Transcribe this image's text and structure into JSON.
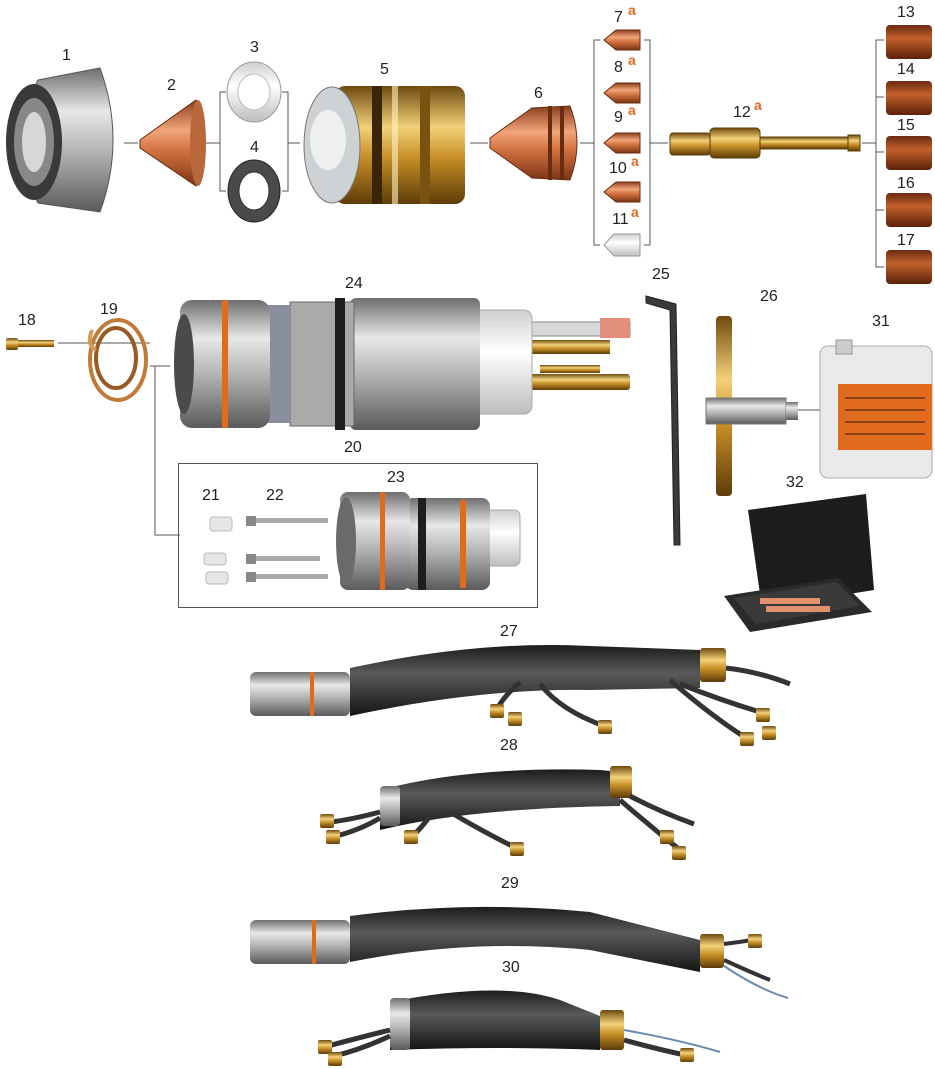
{
  "diagram": {
    "superscript_mark": "a",
    "accent_color": "#e06a1e",
    "parts": [
      {
        "num": "1",
        "icon": "shield-cap-icon"
      },
      {
        "num": "2",
        "icon": "nozzle-copper-icon"
      },
      {
        "num": "3",
        "icon": "swirl-ring-white-icon"
      },
      {
        "num": "4",
        "icon": "swirl-ring-dark-icon"
      },
      {
        "num": "5",
        "icon": "retaining-cap-icon"
      },
      {
        "num": "6",
        "icon": "electrode-copper-icon"
      },
      {
        "num": "7",
        "icon": "tip-copper-icon",
        "mark": "a"
      },
      {
        "num": "8",
        "icon": "tip-copper-icon",
        "mark": "a"
      },
      {
        "num": "9",
        "icon": "tip-copper-icon",
        "mark": "a"
      },
      {
        "num": "10",
        "icon": "tip-copper-icon",
        "mark": "a"
      },
      {
        "num": "11",
        "icon": "tip-clear-icon",
        "mark": "a"
      },
      {
        "num": "12",
        "icon": "cooling-tube-brass-icon",
        "mark": "a"
      },
      {
        "num": "13",
        "icon": "copper-sleeve-icon"
      },
      {
        "num": "14",
        "icon": "copper-sleeve-icon"
      },
      {
        "num": "15",
        "icon": "copper-sleeve-icon"
      },
      {
        "num": "16",
        "icon": "copper-sleeve-icon"
      },
      {
        "num": "17",
        "icon": "copper-sleeve-icon"
      },
      {
        "num": "18",
        "icon": "screw-icon"
      },
      {
        "num": "19",
        "icon": "copper-coil-icon"
      },
      {
        "num": "20",
        "icon": "kit-frame-icon"
      },
      {
        "num": "21",
        "icon": "insulator-icon"
      },
      {
        "num": "22",
        "icon": "long-screw-icon"
      },
      {
        "num": "23",
        "icon": "connector-body-icon"
      },
      {
        "num": "24",
        "icon": "torch-body-icon"
      },
      {
        "num": "25",
        "icon": "hex-key-icon"
      },
      {
        "num": "26",
        "icon": "t-wrench-icon"
      },
      {
        "num": "27",
        "icon": "hose-package-icon"
      },
      {
        "num": "28",
        "icon": "hose-package-icon"
      },
      {
        "num": "29",
        "icon": "hose-package-icon"
      },
      {
        "num": "30",
        "icon": "hose-package-icon"
      },
      {
        "num": "31",
        "icon": "coolant-canister-icon"
      },
      {
        "num": "32",
        "icon": "parts-case-icon"
      }
    ]
  }
}
